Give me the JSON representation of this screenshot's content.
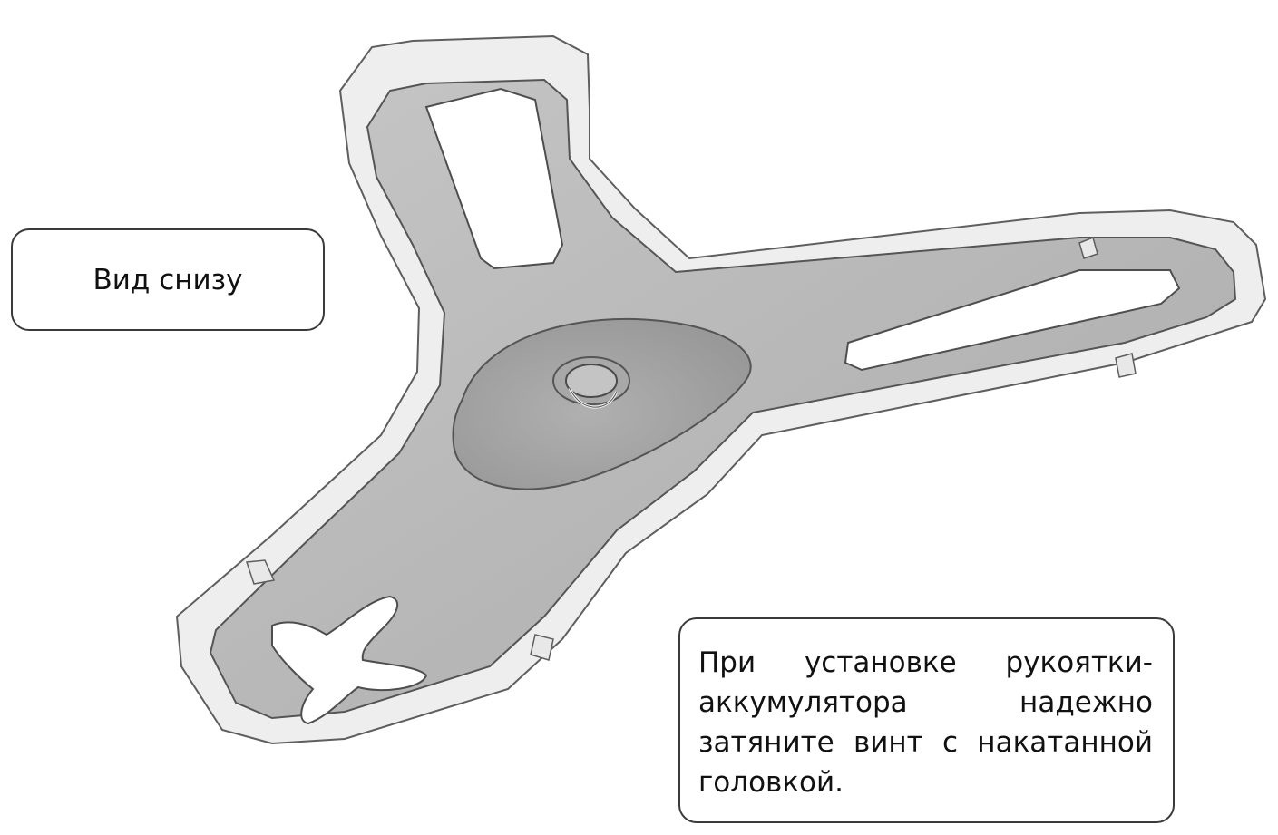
{
  "callouts": {
    "view_label": "Вид снизу",
    "install_note": "При установке рукоятки-аккумулятора надежно затяните винт с накатанной головкой."
  },
  "figure": {
    "subject": "y-bracket-underside",
    "colors": {
      "body": "#b8b8b8",
      "rim": "#efefef",
      "edge": "#6a6a6a",
      "background": "#ffffff"
    }
  }
}
